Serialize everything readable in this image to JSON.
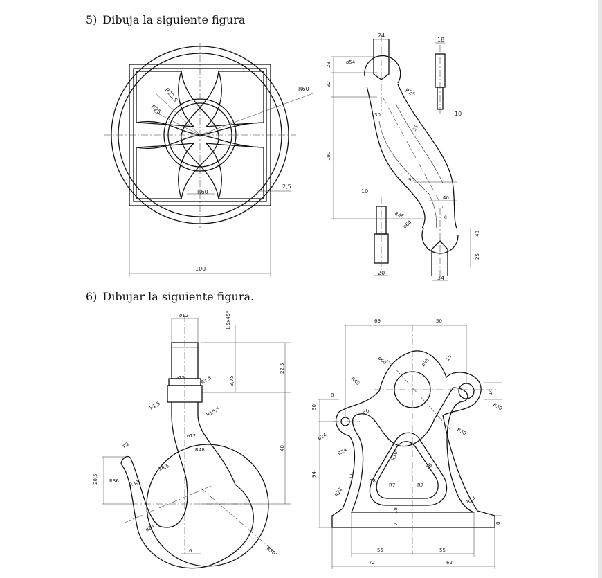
{
  "exercises": [
    {
      "number": "5)",
      "title": "Dibuja la siguiente figura"
    },
    {
      "number": "6)",
      "title": "Dibujar la siguiente figura."
    }
  ],
  "figures": {
    "fig5a": {
      "dims": [
        "R22,5",
        "R60",
        "R25",
        "R60",
        "2,5",
        "100"
      ]
    },
    "fig5b": {
      "dims": [
        "24",
        "18",
        "ø54",
        "23",
        "32",
        "R25",
        "30",
        "10",
        "35",
        "190",
        "90",
        "40",
        "10",
        "R38",
        "ø64",
        "40",
        "25",
        "20",
        "34",
        "8"
      ]
    },
    "fig6a": {
      "dims": [
        "ø12",
        "1,5x45°",
        "22,5",
        "ø15",
        "3,75",
        "R1,5",
        "R1,5",
        "R15,6",
        "ø12",
        "48",
        "R2",
        "R48",
        "18,5",
        "20,5",
        "R36",
        "R30",
        "ø24",
        "6",
        "R30"
      ]
    },
    "fig6b": {
      "dims": [
        "69",
        "50",
        "ø60",
        "ø35",
        "15",
        "R45",
        "8",
        "14",
        "30",
        "R30",
        "ø24",
        "R6",
        "R30",
        "R10",
        "R24",
        "94",
        "3",
        "18",
        "16",
        "R7",
        "R7",
        "R22",
        "18",
        "R14",
        "8",
        "7",
        "55",
        "55",
        "72",
        "62"
      ]
    }
  }
}
